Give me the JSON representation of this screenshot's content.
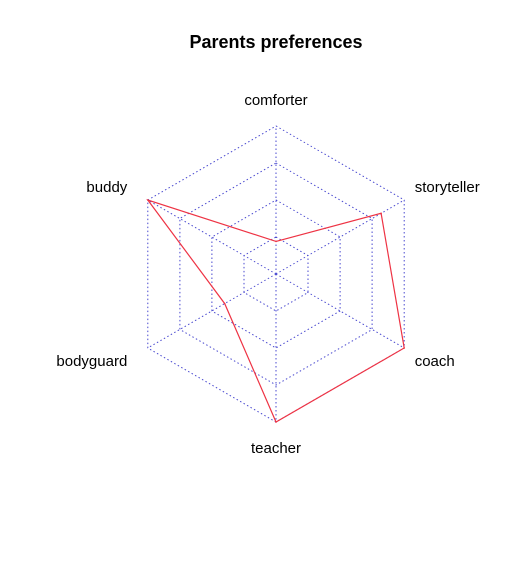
{
  "chart_data": {
    "type": "radar",
    "title": "Parents preferences",
    "axes": [
      "comforter",
      "storyteller",
      "coach",
      "teacher",
      "bodyguard",
      "buddy"
    ],
    "range": [
      0,
      1
    ],
    "grid_levels": 4,
    "grid_style": "dotted",
    "series": [
      {
        "values": [
          0.22,
          0.82,
          1.0,
          1.0,
          0.4,
          1.0
        ]
      }
    ],
    "colors": {
      "grid": "#4a4ad0",
      "series": "#ee3344"
    }
  }
}
